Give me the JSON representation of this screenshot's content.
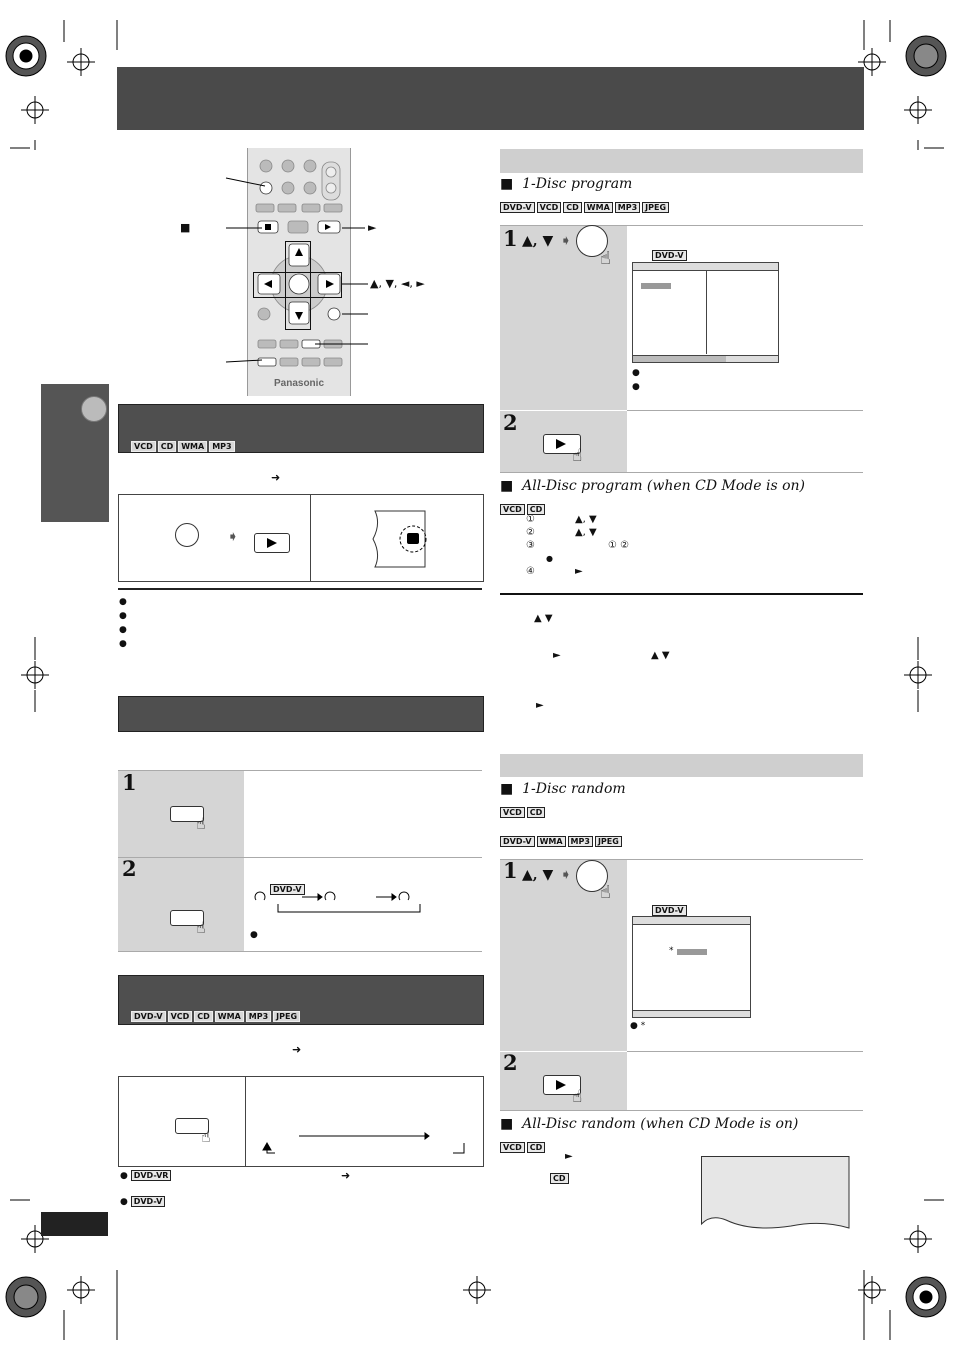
{
  "remote": {
    "brand": "Panasonic",
    "stop_symbol": "■",
    "play_symbol": "►",
    "arrows_label": "▲, ▼, ◄, ►"
  },
  "left": {
    "sec1_tags": [
      "VCD",
      "CD",
      "WMA",
      "MP3"
    ],
    "arrow_symbol": "➜",
    "sec3_tags": [
      "DVD-V",
      "VCD",
      "CD",
      "WMA",
      "MP3",
      "JPEG"
    ],
    "step1_num": "1",
    "step2_num": "2",
    "step2_tag": "DVD-V",
    "note_tag_vr": "DVD-VR",
    "note_tag_v": "DVD-V"
  },
  "right": {
    "program_title": "1-Disc program",
    "program_tags": [
      "DVD-V",
      "VCD",
      "CD",
      "WMA",
      "MP3",
      "JPEG"
    ],
    "step1_num": "1",
    "step1_keys": "▲, ▼",
    "step1_tag": "DVD-V",
    "step2_num": "2",
    "alldisc_title": "All-Disc program (when CD Mode is on)",
    "alldisc_tags": [
      "VCD",
      "CD"
    ],
    "alldisc_steps": [
      "①",
      "②",
      "③",
      "④"
    ],
    "alldisc_keys": [
      "▲, ▼",
      "▲, ▼",
      "①     ②",
      "►"
    ],
    "random_title": "1-Disc random",
    "random_tags1": [
      "VCD",
      "CD"
    ],
    "random_tags2": [
      "DVD-V",
      "WMA",
      "MP3",
      "JPEG"
    ],
    "r_step1_num": "1",
    "r_step1_keys": "▲, ▼",
    "r_step1_tag": "DVD-V",
    "r_step2_num": "2",
    "r_note_asterisk": "*",
    "allrandom_title": "All-Disc random (when CD Mode is on)",
    "allrandom_tags": [
      "VCD",
      "CD"
    ],
    "allrandom_play": "►",
    "allrandom_cd": "CD"
  },
  "lower_notes": {
    "keys1": "▲ ▼",
    "play": "►",
    "keys2": "▲ ▼"
  }
}
